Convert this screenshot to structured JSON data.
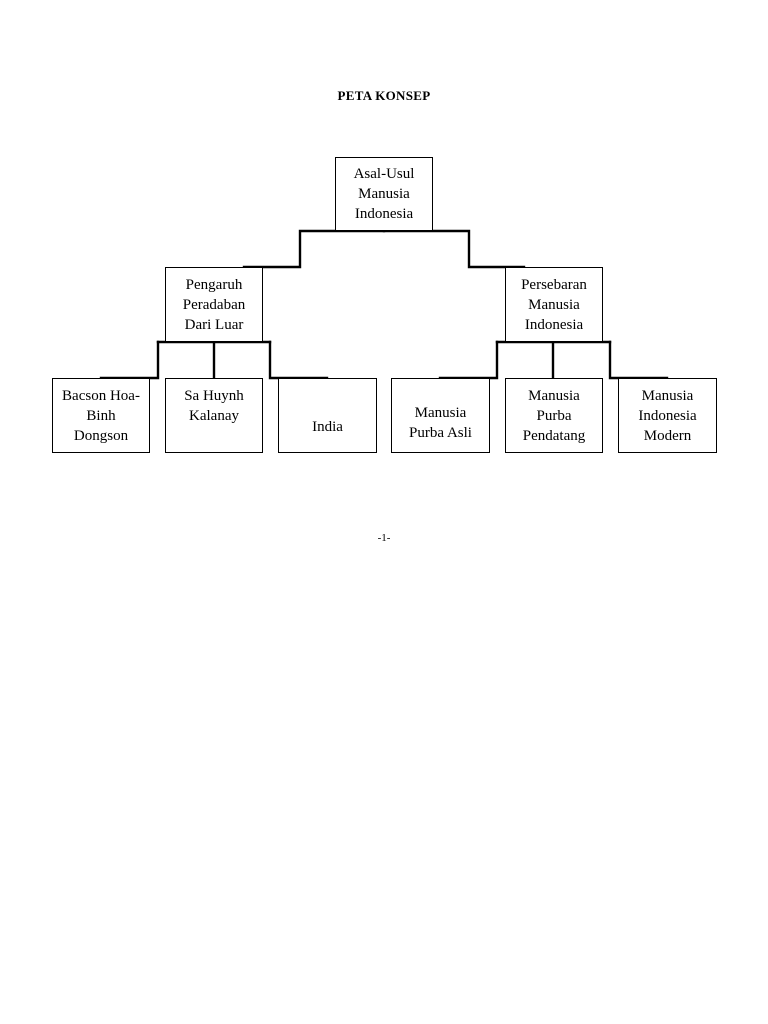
{
  "document": {
    "title": "PETA KONSEP",
    "page_number": "-1-"
  },
  "concept_map": {
    "root": "Asal-Usul\nManusia\nIndonesia",
    "branches": [
      {
        "label": "Pengaruh\nPeradaban\nDari Luar",
        "children": [
          "Bacson Hoa-\nBinh\nDongson",
          "Sa Huynh\nKalanay",
          "India"
        ]
      },
      {
        "label": "Persebaran\nManusia\nIndonesia",
        "children": [
          "Manusia\nPurba Asli",
          "Manusia\nPurba\nPendatang",
          "Manusia\nIndonesia\nModern"
        ]
      }
    ]
  }
}
